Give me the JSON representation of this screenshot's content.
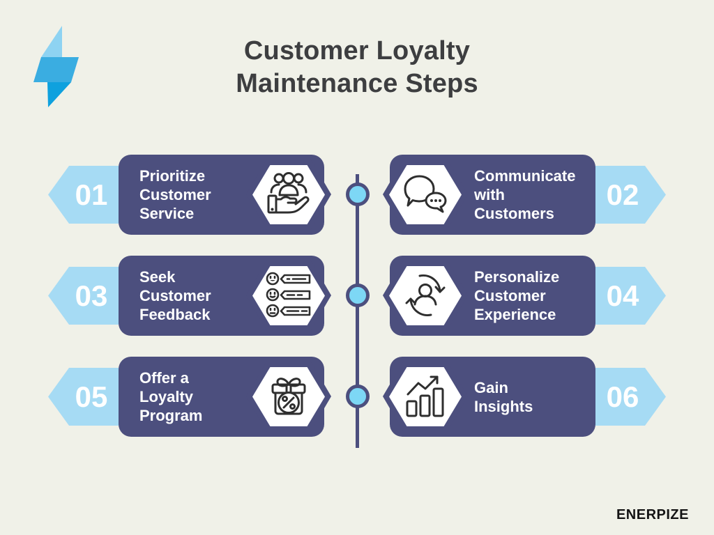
{
  "title": "Customer Loyalty\nMaintenance Steps",
  "brand": {
    "name": "ENERPIZE",
    "logo_icon": "lightning-bolt-icon"
  },
  "colors": {
    "background": "#f0f1e8",
    "card_navy": "#4c4f7e",
    "arrow_blue": "#a6dbf4",
    "node_blue": "#7dd7f5",
    "title_gray": "#3d3e40",
    "icon_stroke": "#2e2e2e",
    "logo_light_blue": "#8ed3f2",
    "logo_mid_blue": "#3aade1",
    "logo_dark_blue": "#0ea1de"
  },
  "timeline": {
    "node_count": 3
  },
  "steps": [
    {
      "number": "01",
      "title": "Prioritize\nCustomer\nService",
      "side": "left",
      "icon": "customer-service-icon"
    },
    {
      "number": "02",
      "title": "Communicate\nwith\nCustomers",
      "side": "right",
      "icon": "chat-bubbles-icon"
    },
    {
      "number": "03",
      "title": "Seek\nCustomer\nFeedback",
      "side": "left",
      "icon": "feedback-faces-icon"
    },
    {
      "number": "04",
      "title": "Personalize\nCustomer\nExperience",
      "side": "right",
      "icon": "person-cycle-icon"
    },
    {
      "number": "05",
      "title": "Offer a\nLoyalty\nProgram",
      "side": "left",
      "icon": "gift-discount-icon"
    },
    {
      "number": "06",
      "title": "Gain\nInsights",
      "side": "right",
      "icon": "bar-chart-growth-icon"
    }
  ]
}
